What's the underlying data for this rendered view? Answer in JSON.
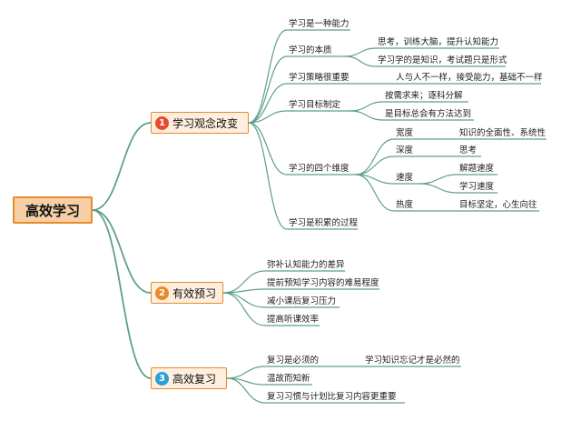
{
  "root": {
    "label": "高效学习"
  },
  "branches": [
    {
      "num": "1",
      "label": "学习观念改变",
      "color": "#e74c2e",
      "topics": [
        {
          "label": "学习是一种能力"
        },
        {
          "label": "学习的本质",
          "children": [
            {
              "label": "思考，训练大脑，提升认知能力"
            },
            {
              "label": "学习学的是知识，考试题只是形式"
            }
          ]
        },
        {
          "label": "学习策略很重要",
          "children": [
            {
              "label": "人与人不一样，接受能力，基础不一样"
            }
          ]
        },
        {
          "label": "学习目标制定",
          "children": [
            {
              "label": "按需求来；逐科分解"
            },
            {
              "label": "是目标总会有方法达到"
            }
          ]
        },
        {
          "label": "学习的四个维度",
          "children": [
            {
              "label": "宽度",
              "children": [
                {
                  "label": "知识的全面性、系统性"
                }
              ]
            },
            {
              "label": "深度",
              "children": [
                {
                  "label": "思考"
                }
              ]
            },
            {
              "label": "速度",
              "children": [
                {
                  "label": "解题速度"
                },
                {
                  "label": "学习速度"
                }
              ]
            },
            {
              "label": "热度",
              "children": [
                {
                  "label": "目标坚定，心生向往"
                }
              ]
            }
          ]
        },
        {
          "label": "学习是积累的过程"
        }
      ]
    },
    {
      "num": "2",
      "label": "有效预习",
      "color": "#e98a2b",
      "topics": [
        {
          "label": "弥补认知能力的差异"
        },
        {
          "label": "提前预知学习内容的难易程度"
        },
        {
          "label": "减小课后复习压力"
        },
        {
          "label": "提高听课效率"
        }
      ]
    },
    {
      "num": "3",
      "label": "高效复习",
      "color": "#2a9fd8",
      "topics": [
        {
          "label": "复习是必须的",
          "children": [
            {
              "label": "学习知识忘记才是必然的"
            }
          ]
        },
        {
          "label": "温故而知新"
        },
        {
          "label": "复习习惯与计划比复习内容更重要"
        }
      ]
    }
  ],
  "colors": {
    "line": "#5e9f8c",
    "branch_border": "#e98a2b",
    "root_fill": "#f6cfa6"
  }
}
